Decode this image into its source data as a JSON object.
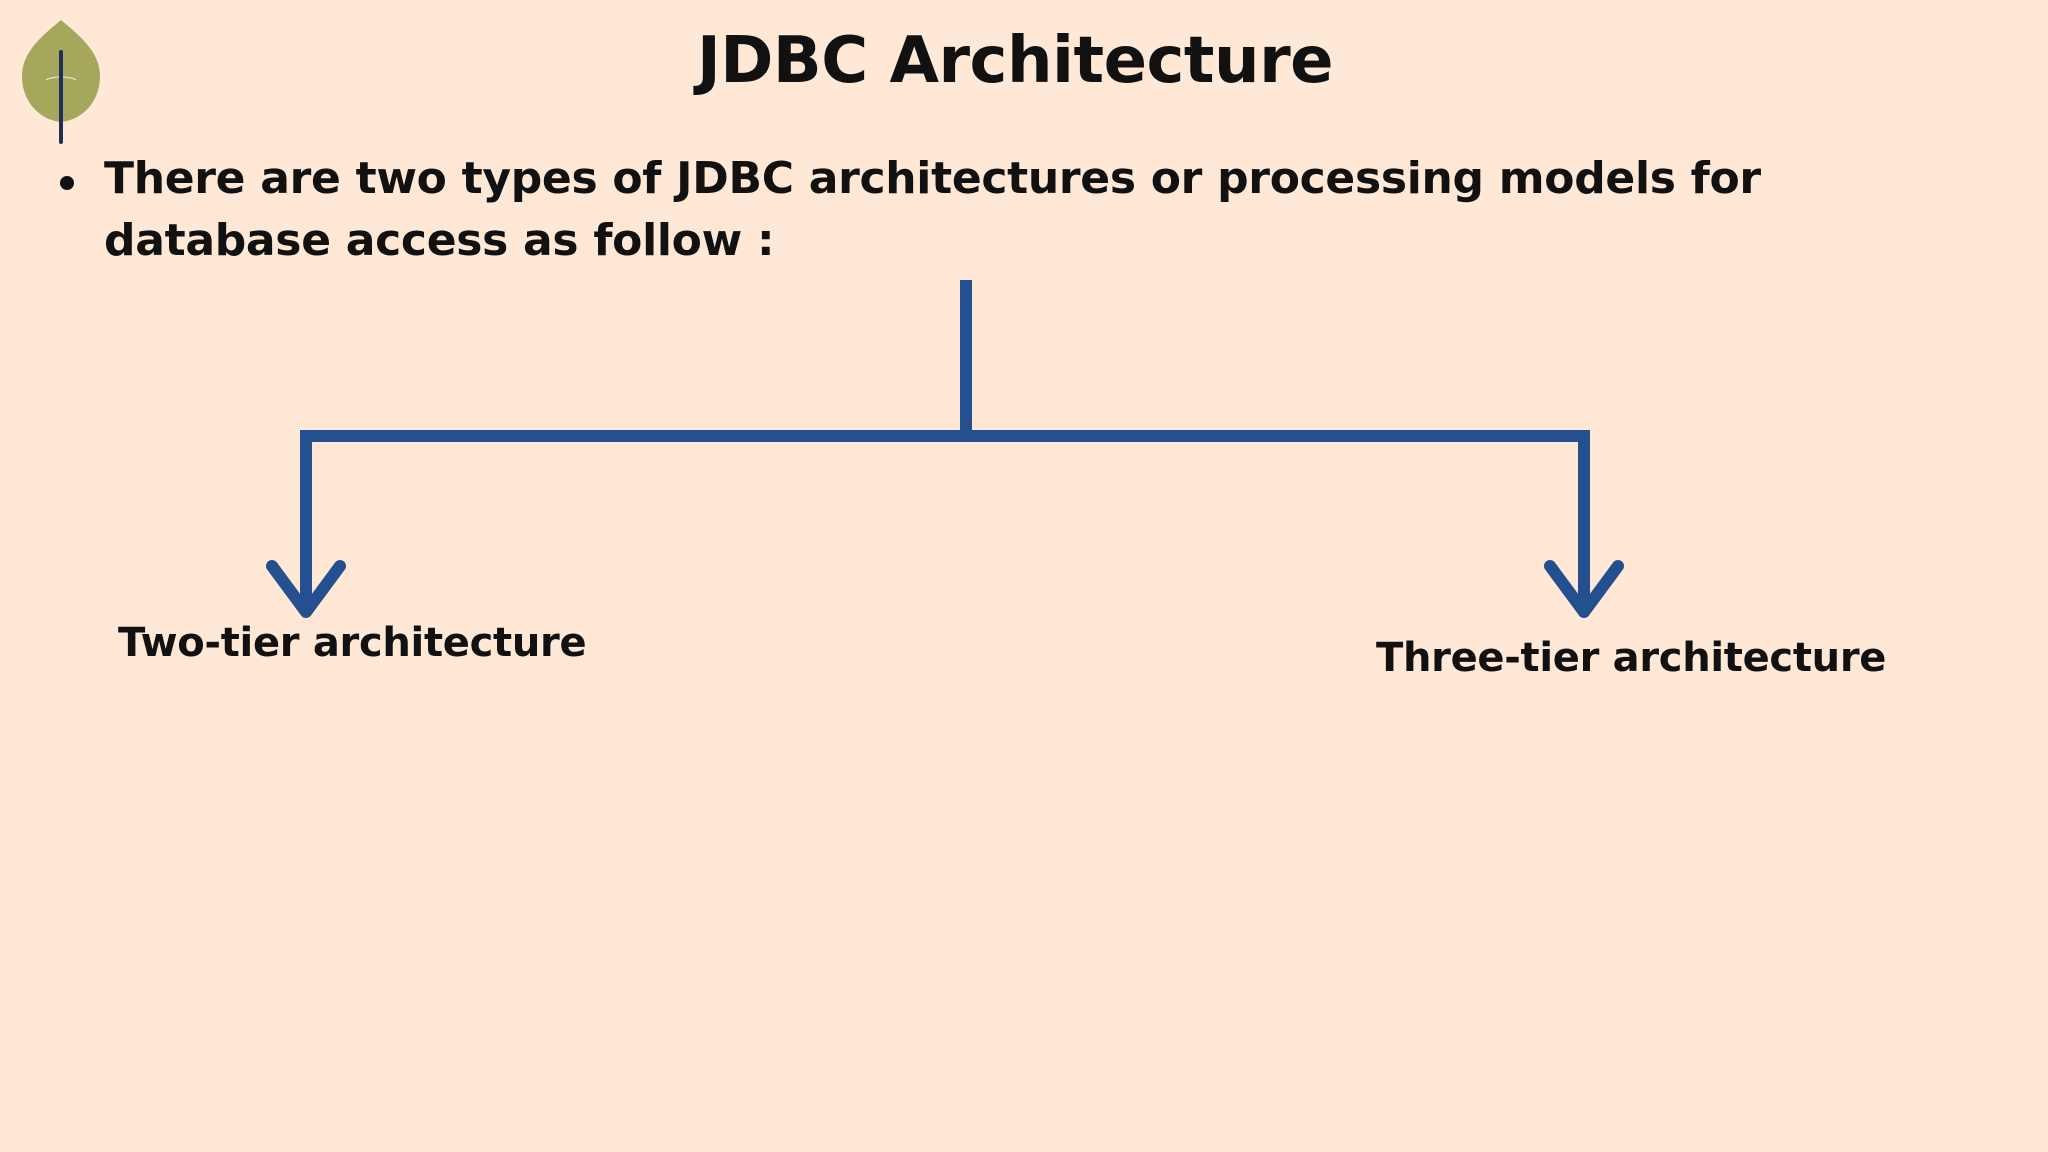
{
  "slide": {
    "title": "JDBC Architecture",
    "bullet": "There are two types of JDBC architectures or processing models for database access as follow :"
  },
  "diagram": {
    "branches": [
      {
        "label": "Two-tier architecture"
      },
      {
        "label": "Three-tier architecture"
      }
    ],
    "connector_color": "#24508f"
  },
  "logo": {
    "name": "leaf-logo-icon",
    "leaf_color": "#a5a75a",
    "stem_color": "#1f2e5a"
  }
}
